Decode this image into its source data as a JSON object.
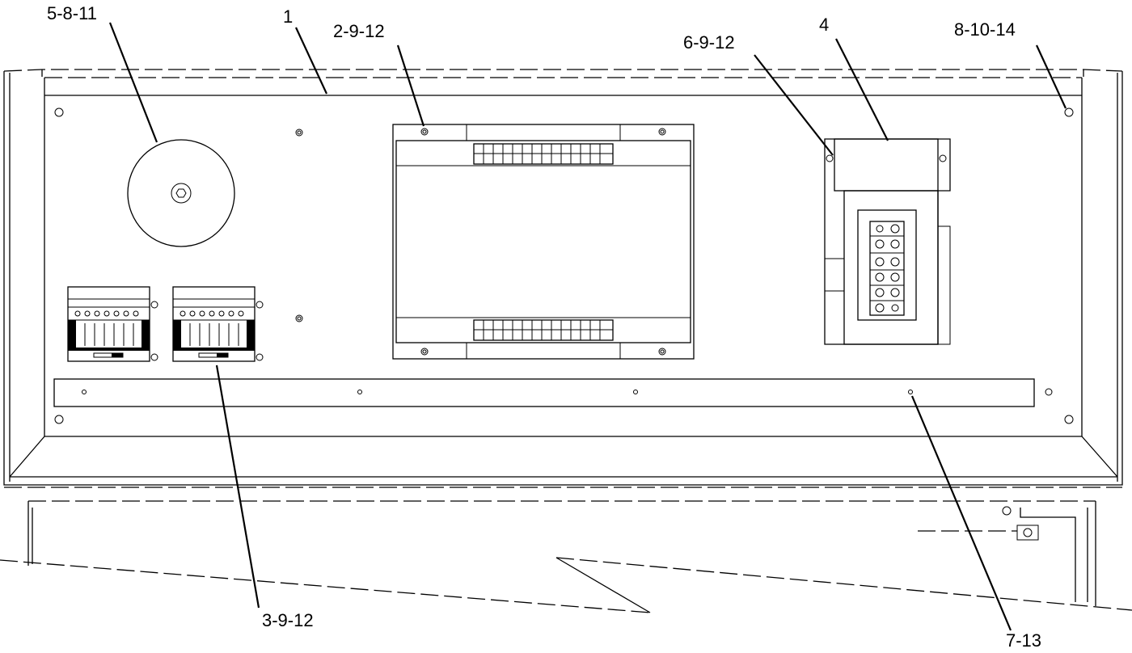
{
  "callouts": {
    "c_5_8_11": "5-8-11",
    "c_1": "1",
    "c_2_9_12": "2-9-12",
    "c_6_9_12": "6-9-12",
    "c_4": "4",
    "c_8_10_14": "8-10-14",
    "c_3_9_12": "3-9-12",
    "c_7_13": "7-13"
  },
  "colors": {
    "line": "#000000",
    "background": "#ffffff"
  }
}
